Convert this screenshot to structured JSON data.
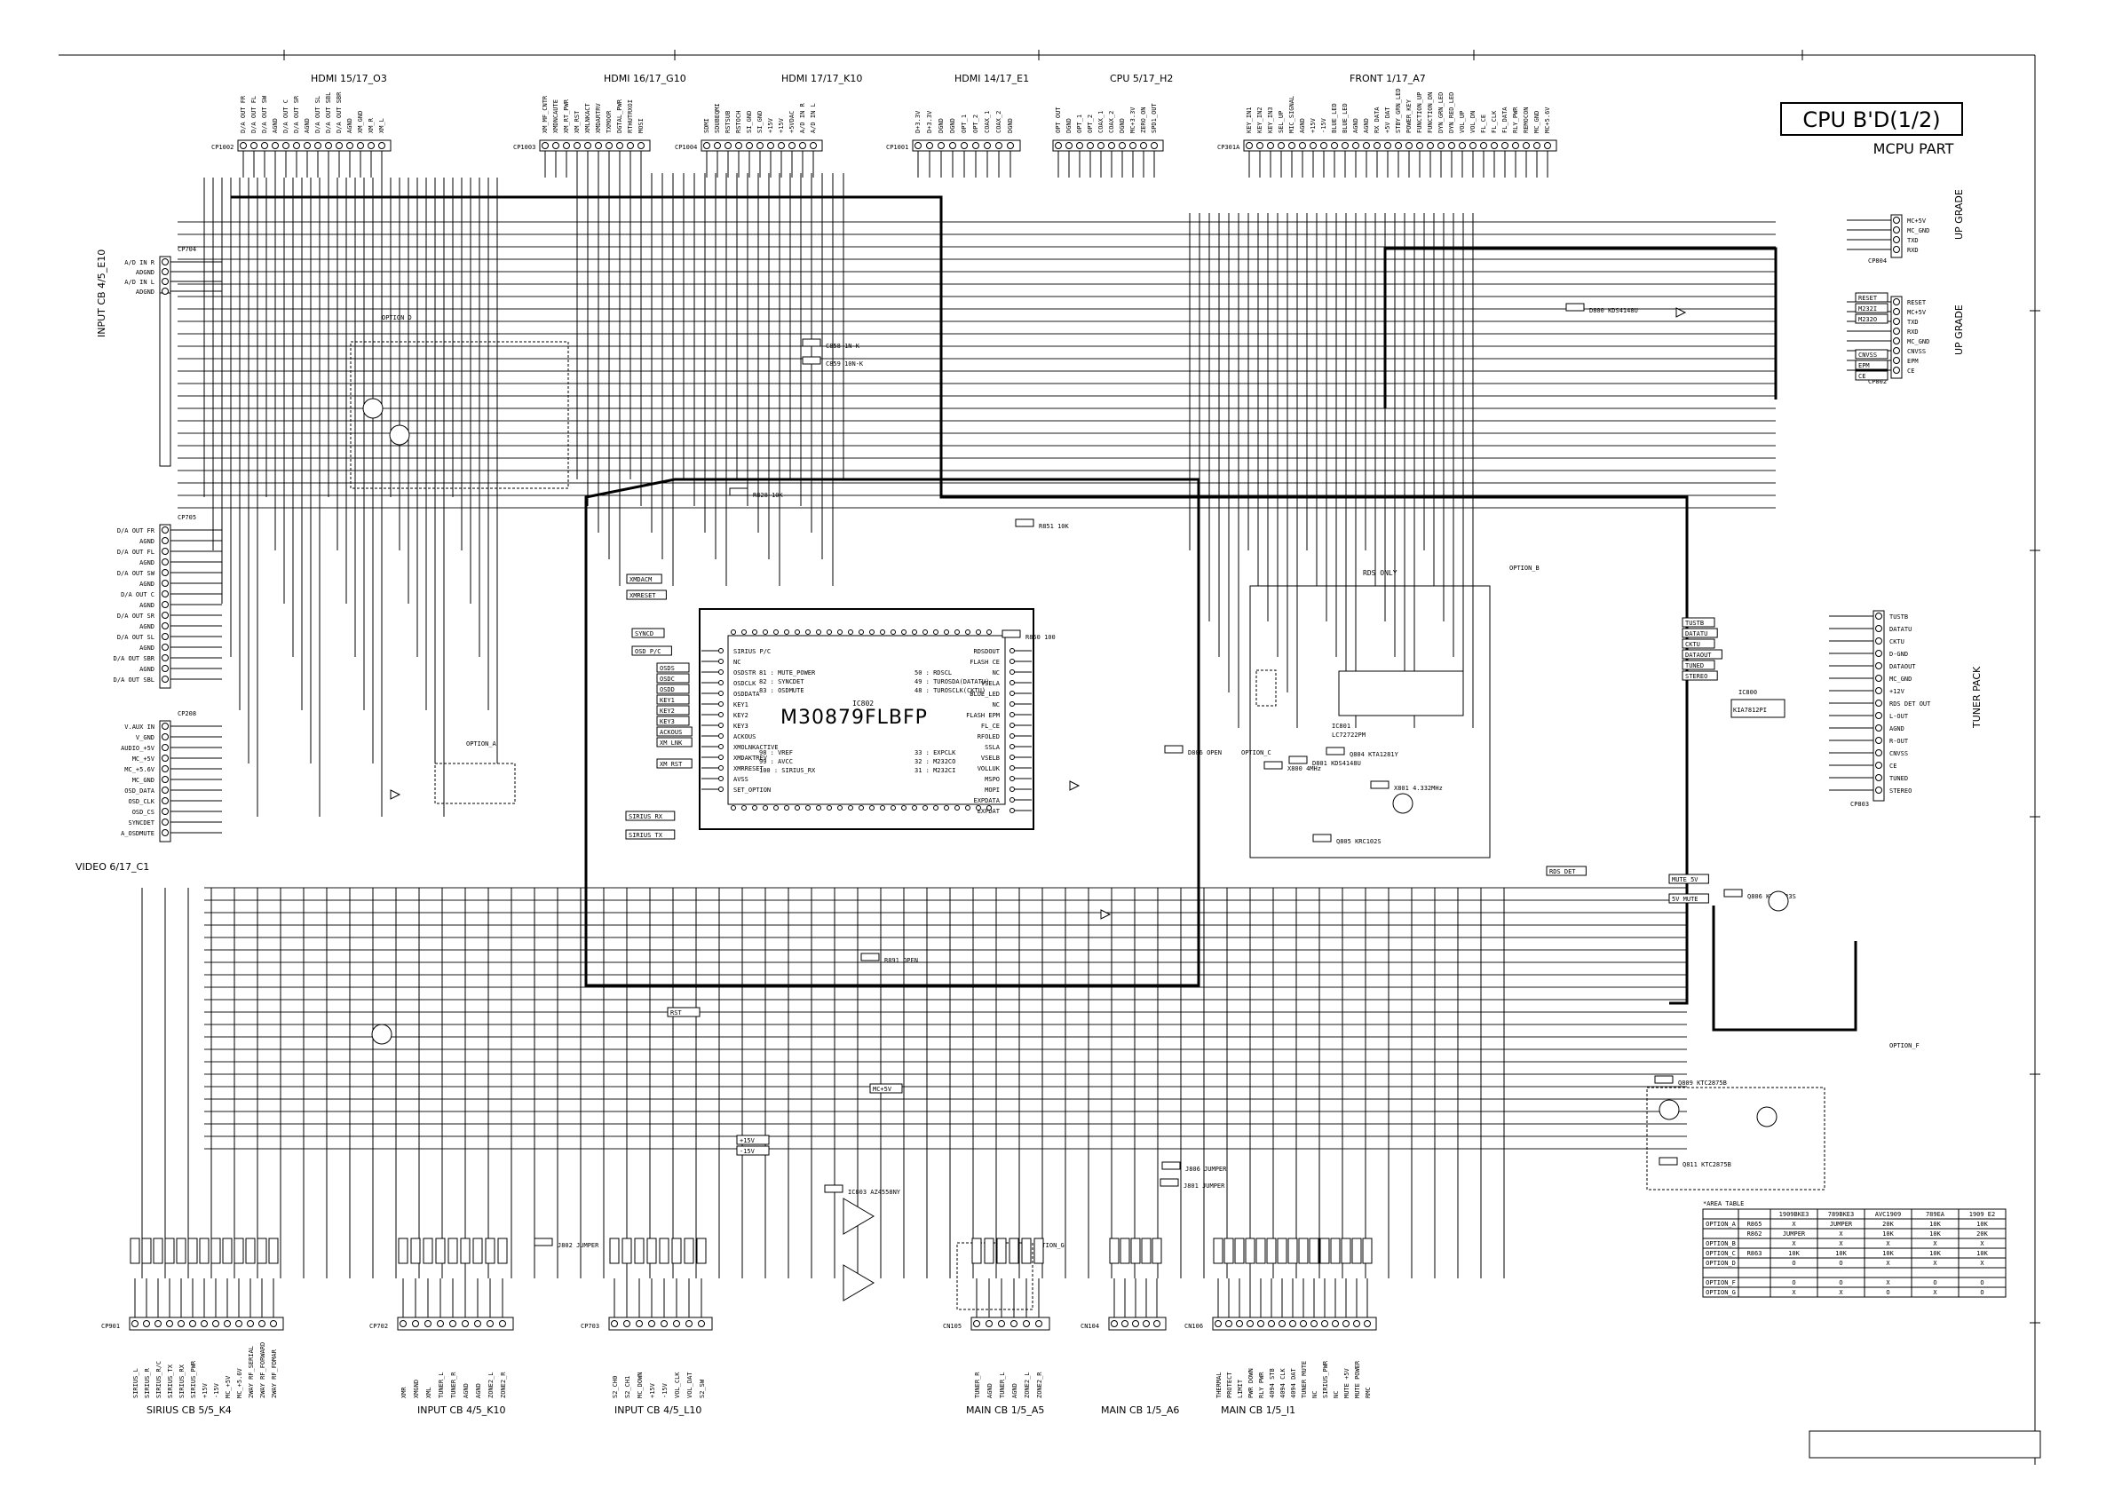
{
  "title_block": {
    "title": "CPU B'D(1/2)",
    "subtitle": "MCPU PART"
  },
  "main_ic": {
    "ref": "IC802",
    "part": "M30879FLBFP",
    "notes": [
      "81 : MUTE_POWER",
      "82 : SYNCDET",
      "83 : OSDMUTE",
      "98 : VREF",
      "99 : AVCC",
      "100 : SIRIUS_RX",
      "50 : RDSCL",
      "49 : TUROSDA(DATATU)",
      "48 : TUROSCLK(CKTU)",
      "33 : EXPCLK",
      "32 : M232CO",
      "31 : M232CI"
    ],
    "left_pins": [
      "SIRIUS P/C",
      "NC",
      "OSDSTR",
      "OSDCLK",
      "OSDDATA",
      "KEY1",
      "KEY2",
      "KEY3",
      "ACKOUS",
      "XMOLNKACTIVE",
      "XMDAKTREV",
      "XMRRESET",
      "AVSS",
      "SET_OPTION"
    ],
    "right_pins": [
      "RDSDOUT",
      "FLASH CE",
      "NC",
      "VSELA",
      "BLUE_LED",
      "NC",
      "FLASH EPM",
      "FL_CE",
      "RFOLED",
      "SSLA",
      "VSELB",
      "VOLLUK",
      "MSPO",
      "MOPI",
      "EXPDATA",
      "EXPDAT"
    ]
  },
  "ic_tuner": {
    "ref": "IC800",
    "part": "KIA7812PI"
  },
  "ic_rds": {
    "ref": "IC801",
    "part": "LC72722PM",
    "label": "RDS ONLY"
  },
  "connectors_top": [
    {
      "label": "HDMI 15/17_O3",
      "ref": "CP1002",
      "pins": [
        "D/A OUT FR",
        "D/A OUT FL",
        "D/A OUT SW",
        "AGND",
        "D/A OUT C",
        "D/A OUT SR",
        "AGND",
        "D/A OUT SL",
        "D/A OUT SBL",
        "D/A OUT SBR",
        "AGND",
        "XM_GND",
        "XM_R",
        "XM_L"
      ]
    },
    {
      "label": "HDMI 16/17_G10",
      "ref": "CP1003",
      "pins": [
        "XM_MF_CNTR",
        "XMDNCAUTE",
        "XM_RT_PWR",
        "XM_RST",
        "XMLNKACT",
        "XMDARTRV",
        "TXMOOR",
        "DGTAL_PWR",
        "RTHUTRXOI",
        "MOSI"
      ]
    },
    {
      "label": "HDMI 17/17_K10",
      "ref": "CP1004",
      "pins": [
        "SDMI",
        "SDUBEQMI",
        "RSTSUB",
        "RSTOCH",
        "SI_GND",
        "SI_GND",
        "+15V",
        "+15V",
        "+5VDAC",
        "A/D IN R",
        "A/D IN L"
      ]
    },
    {
      "label": "HDMI 14/17_E1",
      "ref": "CP1001",
      "pins": [
        "D+3.3V",
        "D+3.3V",
        "DGND",
        "DGND",
        "OPT_1",
        "OPT_2",
        "COAX_1",
        "COAX_2",
        "DGND"
      ]
    },
    {
      "label": "CPU 5/17_H2",
      "ref": "",
      "pins": [
        "OPT OUT",
        "DGND",
        "OPT_1",
        "OPT_2",
        "COAX_1",
        "COAX_2",
        "DGND",
        "MC+3.3V",
        "ZERO_ON",
        "SPD1_OUT"
      ]
    },
    {
      "label": "FRONT 1/17_A7",
      "ref": "CP301A",
      "pins": [
        "KEY_IN1",
        "KEY_IN2",
        "KEY_IN3",
        "SEL_UP",
        "MIC_SIGNAL",
        "AGND",
        "+15V",
        "-15V",
        "BLUE_LED",
        "BLUE_LED",
        "AGND",
        "AGND",
        "RX DATA",
        "+5V DAT",
        "STBY_GRN_LED",
        "POWER_KEY",
        "FUNCTION_UP",
        "FUNCTION_DN",
        "DYN_GRN_LED",
        "DYN_RED_LED",
        "VOL_UP",
        "VOL_DN",
        "FL_CE",
        "FL_CLK",
        "FL_DATA",
        "RLY_PWR",
        "REMOCON",
        "MC_GND",
        "MC+5.6V"
      ]
    }
  ],
  "connectors_left": [
    {
      "label": "INPUT CB 4/5_E10",
      "ref": "CP704",
      "pins": [
        "A/D IN R",
        "ADGND",
        "A/D IN L",
        "ADGND"
      ]
    },
    {
      "label": "",
      "ref": "CP705",
      "pins": [
        "D/A OUT FR",
        "AGND",
        "D/A OUT FL",
        "AGND",
        "D/A OUT SW",
        "AGND",
        "D/A OUT C",
        "AGND",
        "D/A OUT SR",
        "AGND",
        "D/A OUT SL",
        "AGND",
        "D/A OUT SBR",
        "AGND",
        "D/A OUT SBL"
      ]
    },
    {
      "label": "VIDEO 6/17_C1",
      "ref": "CP208",
      "pins": [
        "V.AUX IN",
        "V_GND",
        "AUDIO_+5V",
        "MC_+5V",
        "MC_+5.6V",
        "MC_GND",
        "OSD_DATA",
        "OSD_CLK",
        "OSD_CS",
        "SYNCDET",
        "A_OSDMUTE"
      ]
    }
  ],
  "connectors_right": [
    {
      "label": "UP GRADE",
      "ref": "CP804",
      "pins": [
        "MC+5V",
        "MC_GND",
        "TXD",
        "RXD"
      ]
    },
    {
      "label": "UP GRADE",
      "ref": "CP802",
      "pins": [
        "RESET",
        "MC+5V",
        "TXD",
        "RXD",
        "MC_GND",
        "CNVSS",
        "EPM",
        "CE"
      ]
    },
    {
      "label": "TUNER PACK",
      "ref": "CP803",
      "pins": [
        "TUSTB",
        "DATATU",
        "CKTU",
        "D-GND",
        "DATAOUT",
        "MC_GND",
        "+12V",
        "RDS DET OUT",
        "L-OUT",
        "AGND",
        "R-OUT",
        "CNVSS",
        "CE",
        "TUNED",
        "STEREO"
      ]
    }
  ],
  "connectors_bottom": [
    {
      "label": "SIRIUS CB 5/5_K4",
      "ref": "CP901",
      "pins": [
        "SIRIUS_L",
        "SIRIUS_R",
        "SIRIUS_R/C",
        "SIRIUS_TX",
        "SIRIUS_RX",
        "SIRIUS_PWR",
        "+15V",
        "-15V",
        "MC_+5V",
        "MC_+5.6V",
        "2WAY RF_SERIAL",
        "2WAY RF_FORWARD",
        "2WAY RF_FDMAR"
      ]
    },
    {
      "label": "INPUT CB 4/5_K10",
      "ref": "CP702",
      "pins": [
        "XMR",
        "XMGND",
        "XML",
        "TUNER_L",
        "TUNER_R",
        "AGND",
        "AGND",
        "ZONE2_L",
        "ZONE2_R"
      ]
    },
    {
      "label": "INPUT CB 4/5_L10",
      "ref": "CP703",
      "pins": [
        "S2_CH0",
        "S2_CH1",
        "MC_DOWN",
        "+15V",
        "-15V",
        "VOL_CLK",
        "VOL_DAT",
        "S2_SW"
      ]
    },
    {
      "label": "MAIN CB 1/5_A5",
      "ref": "CN105",
      "pins": [
        "TUNER_R",
        "AGND",
        "TUNER_L",
        "AGND",
        "ZONE2_L",
        "ZONE2_R"
      ]
    },
    {
      "label": "MAIN CB 1/5_A6",
      "ref": "CN104",
      "pins": [
        "",
        "",
        "",
        "",
        ""
      ]
    },
    {
      "label": "MAIN CB 1/5_I1",
      "ref": "CN106",
      "pins": [
        "THERMAL",
        "PROTECT",
        "LIMIT",
        "PWR DOWN",
        "RLY PWR",
        "4094 STB",
        "4094 CLK",
        "4094 DAT",
        "TUNER MUTE",
        "NC",
        "SIRIUS_PWR",
        "NC",
        "MUTE +5V",
        "MUTE POWER",
        "RMC"
      ]
    }
  ],
  "options": [
    {
      "label": "OPTION_A"
    },
    {
      "label": "OPTION_B"
    },
    {
      "label": "OPTION_C"
    },
    {
      "label": "OPTION_D"
    },
    {
      "label": "OPTION_F"
    },
    {
      "label": "OPTION_G"
    }
  ],
  "area_table": {
    "caption": "*AREA TABLE",
    "headers": [
      "",
      "",
      "1909BKE3",
      "789BKE3",
      "AVC1909",
      "789EA",
      "1909 E2"
    ],
    "rows": [
      [
        "OPTION_A",
        "R865",
        "X",
        "JUMPER",
        "20K",
        "10K",
        "10K"
      ],
      [
        "",
        "R862",
        "JUMPER",
        "X",
        "10K",
        "10K",
        "20K"
      ],
      [
        "OPTION_B",
        "",
        "X",
        "X",
        "X",
        "X",
        "X"
      ],
      [
        "OPTION_C",
        "R863",
        "10K",
        "10K",
        "10K",
        "10K",
        "10K"
      ],
      [
        "OPTION_D",
        "",
        "O",
        "O",
        "X",
        "X",
        "X"
      ],
      [
        "",
        "",
        "",
        "",
        "",
        "",
        ""
      ],
      [
        "OPTION_F",
        "",
        "O",
        "O",
        "X",
        "O",
        "O"
      ],
      [
        "OPTION_G",
        "",
        "X",
        "X",
        "O",
        "X",
        "O"
      ]
    ]
  },
  "net_labels": [
    "SYNCD",
    "OSD_P/C",
    "OSDS",
    "OSDC",
    "OSDD",
    "KEY1",
    "KEY2",
    "KEY3",
    "ACKOUS",
    "XM_LNK",
    "XM_RST",
    "SIRIUS_RX",
    "SIRIUS_TX",
    "RST",
    "MC+5V",
    "+15V",
    "-15V",
    "MUTE_5V",
    "5V_MUTE",
    "RDS_DET",
    "TUSTB",
    "DATATU",
    "CKTU",
    "DATAOUT",
    "TUNED",
    "STEREO",
    "RESET",
    "M232I",
    "M232O",
    "CNVSS",
    "EPM",
    "CE",
    "XMDACM",
    "XMRESET"
  ],
  "parts": [
    "D800 KDS4148U",
    "D801 KDS4148U",
    "Q804 KTA1281Y",
    "Q805 KRC102S",
    "Q806 KTA1023S",
    "Q809 KTC2875B",
    "Q811 KTC2875B",
    "X800 4MHz",
    "X801 4.332MHz",
    "C858 1N-K",
    "C859 10N-K",
    "R828 10K",
    "R851 10K",
    "R850 100",
    "J801 JUMPER",
    "J802 JUMPER",
    "J806 JUMPER",
    "D806 OPEN",
    "R891 OPEN",
    "IC803 AZ4558NY"
  ]
}
